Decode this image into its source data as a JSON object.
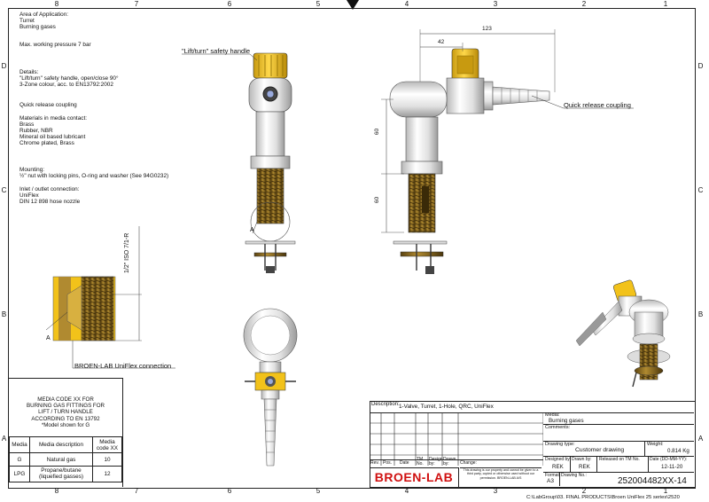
{
  "zones": {
    "columns": [
      "8",
      "7",
      "6",
      "5",
      "4",
      "3",
      "2",
      "1"
    ],
    "rows": [
      "D",
      "C",
      "B",
      "A"
    ]
  },
  "notes": {
    "area_title": "Area of Application:",
    "area_lines": [
      "Turret",
      "Burning gases"
    ],
    "pressure": "Max. working pressure 7 bar",
    "details_title": "Details:",
    "details_lines": [
      "\"Lift/turn\" safety handle, open/close 90°",
      "3-Zone colour, acc. to EN13792:2002"
    ],
    "qrc": "Quick release coupling",
    "materials_title": "Materials in media contact:",
    "materials_lines": [
      "Brass",
      "Rubber, NBR",
      "Mineral oil based lubricant",
      "Chrome plated, Brass"
    ],
    "mounting_title": "Mounting:",
    "mounting_line": "½\" nut with locking pins, O-ring and washer (See 94G0232)",
    "inlet_title": "Inlet / outlet connection:",
    "inlet_lines": [
      "UniFlex",
      "DIN 12 898 hose nozzle"
    ]
  },
  "callouts": {
    "safety_handle": "\"Lift/turn\" safety handle",
    "quick_release": "Quick release coupling",
    "uniflex": "BROEN-LAB UniFlex connection",
    "thread": "1/2\" ISO 7/1-R",
    "detail_letter_a": "A",
    "detail_letter_a2": "A"
  },
  "dimensions": {
    "d123": "123",
    "d42": "42",
    "d60a": "60",
    "d60b": "60"
  },
  "media_table": {
    "heading": [
      "MEDIA CODE XX FOR",
      "BURNING GAS FITTINGS FOR",
      "LIFT / TURN HANDLE",
      "ACCORDING TO EN 13792",
      "*Model shown for G"
    ],
    "col_media": "Media",
    "col_desc": "Media description",
    "col_code": "Media code XX",
    "rows": [
      {
        "media": "G",
        "desc": "Natural gas",
        "code": "10"
      },
      {
        "media": "LPG",
        "desc": "Propane/butane (liquefied gasses)",
        "code": "12"
      }
    ]
  },
  "title_block": {
    "description_label": "Description:",
    "description": "1-Valve, Turret, 1-Hole, QRC, UniFlex",
    "media_label": "Media:",
    "media": "Burning gases",
    "comments_label": "Comments:",
    "drawing_type_label": "Drawing type:",
    "drawing_type": "Customer drawing",
    "weight_label": "Weight:",
    "weight": "0.814 Kg",
    "designed_label": "Designed by:",
    "designed": "REK",
    "drawn_label": "Drawn by:",
    "drawn": "REK",
    "released_label": "Released on TM No.",
    "date_label": "Date (DD-MM-YY):",
    "date": "12-11-20",
    "format_label": "Format",
    "format": "A3",
    "drawing_no_label": "Drawing No.:",
    "drawing_no": "252004482XX-14",
    "rev_headers": [
      "Rev.",
      "Pos.",
      "Date",
      "TM No.",
      "Design by:",
      "Drawn by:",
      "Change:"
    ],
    "legal": "This drawing is our property and cannot be given to a third party, copied or otherwise used without our permission. BROEN-LAB A/S",
    "brand": "BROEN-LAB"
  },
  "footer_path": "C:\\LabGroup\\03. FINAL PRODUCTS\\Broen UniFlex 25 series\\2520",
  "colors": {
    "handle_yellow": "#f2c21a",
    "brass": "#8a6a1e",
    "chrome": "#e8e8e8",
    "brand_red": "#d01010"
  }
}
